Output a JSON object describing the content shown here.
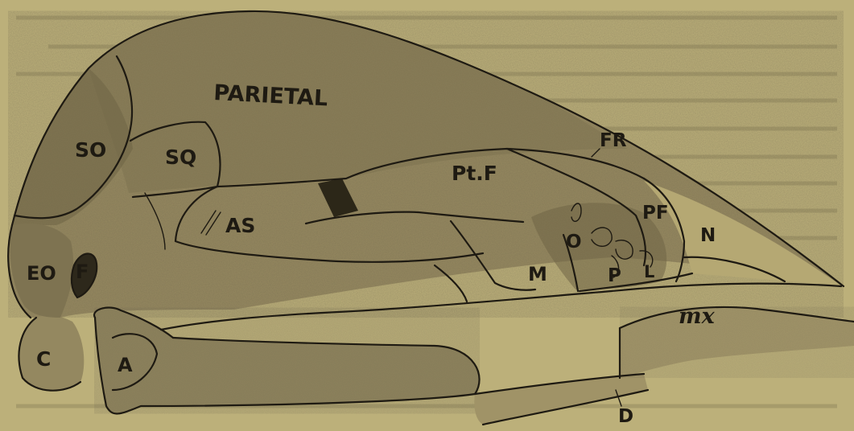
{
  "figure": {
    "labels": {
      "parietal": "PARIETAL",
      "supraoccipital": "SO",
      "squamosal": "SQ",
      "frontal": "FR",
      "pterygoid_frontal": "Pt.F",
      "alisphenoid": "AS",
      "prefrontal": "PF",
      "nasal": "N",
      "exoccipital": "EO",
      "foramen": "F",
      "orbit": "O",
      "maxillary": "M",
      "palatine": "P",
      "lacrimal": "L",
      "maxilla": "mx",
      "condyle": "C",
      "articular": "A",
      "dentary": "D"
    }
  }
}
